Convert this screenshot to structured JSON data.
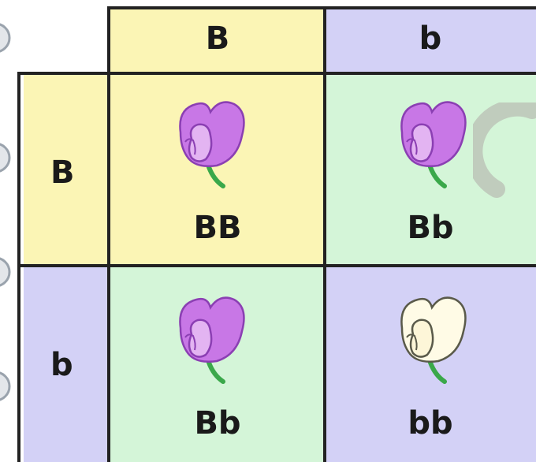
{
  "punnett_square": {
    "column_headers": [
      "B",
      "b"
    ],
    "row_headers": [
      "B",
      "b"
    ],
    "cells": [
      {
        "genotype": "BB",
        "flower_color": "purple"
      },
      {
        "genotype": "Bb",
        "flower_color": "purple"
      },
      {
        "genotype": "Bb",
        "flower_color": "purple"
      },
      {
        "genotype": "bb",
        "flower_color": "white"
      }
    ],
    "colors": {
      "dominant_allele_bg": "#fbf5b5",
      "recessive_allele_bg": "#d3d1f6",
      "heterozygous_bg": "#d4f5d8",
      "purple_petal": "#c877e6",
      "white_petal": "#fffbe6",
      "stem": "#3aa84a"
    }
  }
}
